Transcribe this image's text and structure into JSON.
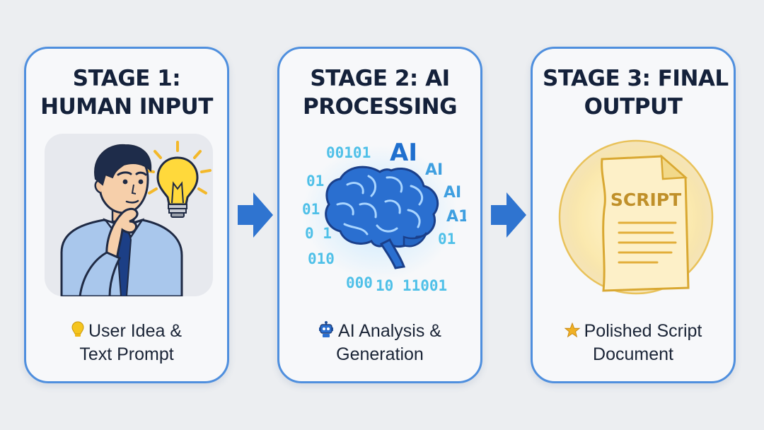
{
  "stages": [
    {
      "title_line1": "STAGE 1:",
      "title_line2": "HUMAN INPUT",
      "caption_line1": "User Idea &",
      "caption_line2": "Text Prompt",
      "caption_icon": "lightbulb-icon",
      "illustration": "thinking-person-with-lightbulb"
    },
    {
      "title_line1": "STAGE 2: AI",
      "title_line2": "PROCESSING",
      "caption_line1": "AI Analysis &",
      "caption_line2": "Generation",
      "caption_icon": "robot-icon",
      "illustration": "brain-with-binary",
      "illustration_text": {
        "ai_main": "AI",
        "ai_1": "AI",
        "ai_2": "AI",
        "ai_3": "A1",
        "bin_1": "00101",
        "bin_2": "01",
        "bin_3": "01",
        "bin_4": "0 1",
        "bin_5": "010",
        "bin_6": "000",
        "bin_7": "10 11001",
        "bin_8": "01"
      }
    },
    {
      "title_line1": "STAGE 3: FINAL",
      "title_line2": "OUTPUT",
      "caption_line1": "Polished Script",
      "caption_line2": "Document",
      "caption_icon": "star-icon",
      "illustration": "script-document",
      "illustration_text": {
        "doc_label": "SCRIPT"
      }
    }
  ],
  "colors": {
    "card_border": "#4f8fde",
    "arrow": "#2f74d0",
    "title_text": "#14213a",
    "brain_blue": "#2a6fd0",
    "binary_cyan": "#5ec4e6",
    "gold": "#e0b030"
  }
}
